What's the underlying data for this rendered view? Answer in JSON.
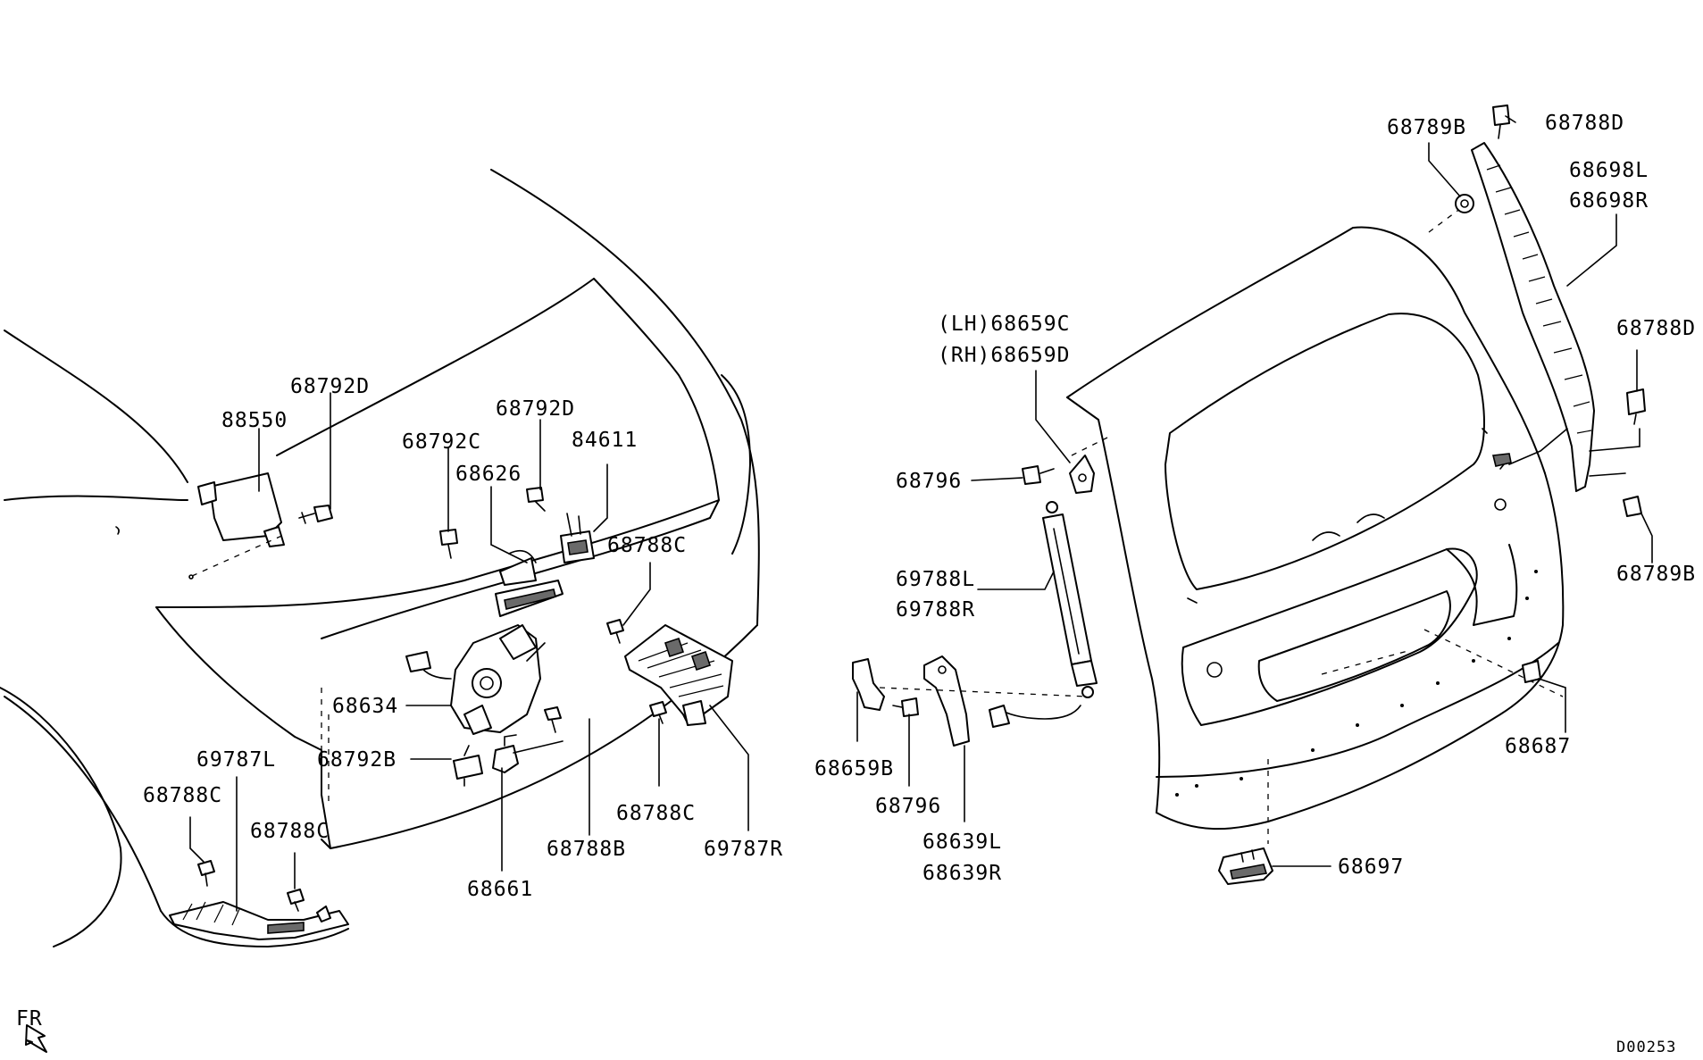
{
  "labels": {
    "p88550": "88550",
    "p68792D_a": "68792D",
    "p68792D_b": "68792D",
    "p68792C": "68792C",
    "p84611": "84611",
    "p68626": "68626",
    "p68788C_a": "68788C",
    "p68634": "68634",
    "p68792B": "68792B",
    "p69787L": "69787L",
    "p68788C_b": "68788C",
    "p68788C_c": "68788C",
    "p68788C_d": "68788C",
    "p68788B": "68788B",
    "p69787R": "69787R",
    "p68661": "68661",
    "p68659C": "(LH)68659C",
    "p68659D": "(RH)68659D",
    "p68796_a": "68796",
    "p69788L": "69788L",
    "p69788R": "69788R",
    "p68659B": "68659B",
    "p68796_b": "68796",
    "p68639L": "68639L",
    "p68639R": "68639R",
    "p68789B_a": "68789B",
    "p68788D_a": "68788D",
    "p68698L": "68698L",
    "p68698R": "68698R",
    "p68788D_b": "68788D",
    "p68789B_b": "68789B",
    "p68687": "68687",
    "p68697": "68697",
    "fr": "FR",
    "diagram_code": "D00253"
  }
}
